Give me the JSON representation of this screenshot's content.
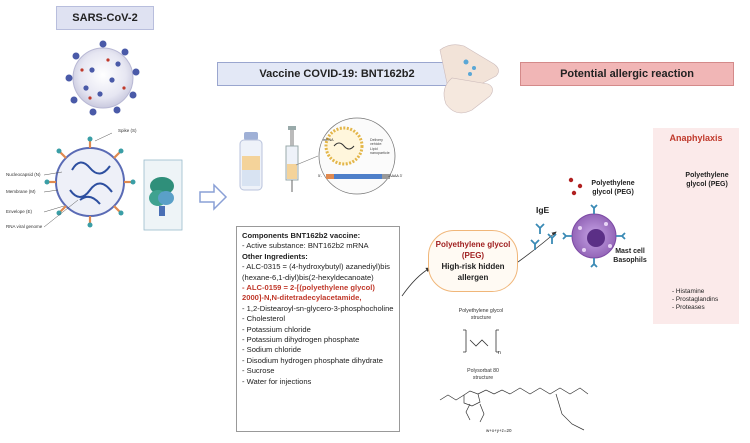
{
  "labels": {
    "sars": "SARS-CoV-2",
    "vaccine": "Vaccine COVID-19: BNT162b2",
    "allergy": "Potential allergic reaction",
    "anaphylaxis": "Anaphylaxis"
  },
  "virus_parts": {
    "spike": "Spike (S)",
    "nucleocapsid": "Nucleocapsid (N)",
    "membrane": "Membrane (M)",
    "envelope": "Envelope (E)",
    "rna": "RNA viral genome"
  },
  "lnp": {
    "mrna": "mRNA",
    "delivery1": "Delivery",
    "delivery2": "vehicle:",
    "delivery3": "Lipid",
    "delivery4": "nanoparticle",
    "cap": "5'-",
    "tail": "-AAAA 3'"
  },
  "components": {
    "title": "Components BNT162b2 vaccine:",
    "active": "- Active substance: BNT162b2 mRNA",
    "other": "Other Ingredients:",
    "items": [
      "- ALC-0315 = (4-hydroxybutyl) azanediyl)bis",
      "(hexane-6,1-diyl)bis(2-hexyldecanoate)"
    ],
    "red1": "- ALC-0159 = 2-[(polyethylene glycol)",
    "red2": "2000]-N,N-ditetradecylacetamide,",
    "rest": [
      "- 1,2-Distearoyl-sn-glycero-3-phosphocholine",
      "- Cholesterol",
      "- Potassium chloride",
      "- Potassium dihydrogen phosphate",
      "- Sodium chloride",
      "- Disodium hydrogen phosphate dihydrate",
      "- Sucrose",
      "- Water for injections"
    ]
  },
  "peg": {
    "line1": "Polyethylene glycol",
    "line2": "(PEG)",
    "line3": "High-risk hidden",
    "line4": "allergen"
  },
  "structures": {
    "peg1": "Polyethylene glycol",
    "peg2": "structure",
    "ps1": "Polysorbat 80",
    "ps2": "structure",
    "n": "n",
    "sum": "w+x+y+z=20"
  },
  "mast": {
    "peg1": "Polyethylene",
    "peg2": "glycol (PEG)",
    "ige": "IgE",
    "cell1": "Mast cell",
    "cell2": "Basophils"
  },
  "anaphylaxis": {
    "peg1": "Polyethylene",
    "peg2": "glycol (PEG)",
    "mediators": [
      "- Histamine",
      "- Prostaglandins",
      "- Proteases"
    ]
  },
  "colors": {
    "lavender": "#dfe2f2",
    "pink": "#f1b6b6",
    "purple": "#8e5fb3",
    "red": "#c0392b",
    "teal": "#3a9ea6"
  }
}
